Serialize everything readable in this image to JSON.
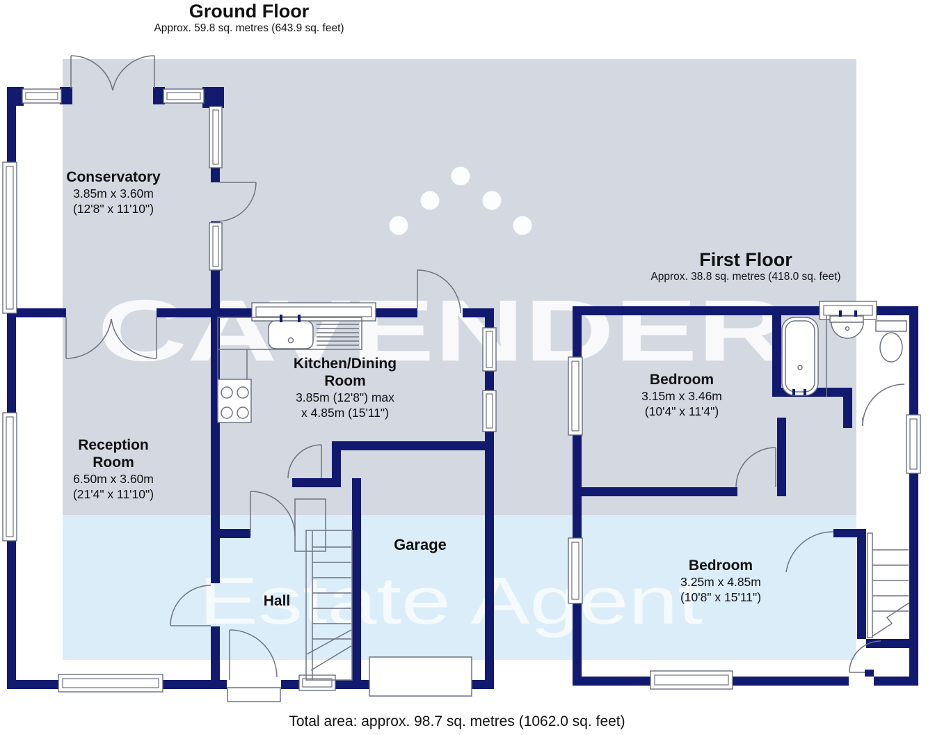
{
  "ground_floor": {
    "title": "Ground Floor",
    "subtitle": "Approx. 59.8 sq. metres (643.9 sq. feet)",
    "rooms": {
      "conservatory": {
        "name": "Conservatory",
        "dims_metric": "3.85m x 3.60m",
        "dims_imperial": "(12'8\" x 11'10\")"
      },
      "reception": {
        "name_line1": "Reception",
        "name_line2": "Room",
        "dims_metric": "6.50m x 3.60m",
        "dims_imperial": "(21'4\" x 11'10\")"
      },
      "kitchen": {
        "name_line1": "Kitchen/Dining",
        "name_line2": "Room",
        "dims_metric": "3.85m (12'8\") max",
        "dims_imperial": "x 4.85m (15'11\")"
      },
      "hall": {
        "name": "Hall"
      },
      "garage": {
        "name": "Garage"
      }
    }
  },
  "first_floor": {
    "title": "First Floor",
    "subtitle": "Approx. 38.8 sq. metres (418.0 sq. feet)",
    "rooms": {
      "bedroom1": {
        "name": "Bedroom",
        "dims_metric": "3.15m x 3.46m",
        "dims_imperial": "(10'4\" x 11'4\")"
      },
      "bedroom2": {
        "name": "Bedroom",
        "dims_metric": "3.25m x 4.85m",
        "dims_imperial": "(10'8\" x 15'11\")"
      }
    }
  },
  "footer": {
    "total_area": "Total area: approx. 98.7 sq. metres (1062.0 sq. feet)"
  },
  "watermark": {
    "line1": "CAVENDER",
    "line2": "Estate Agent"
  },
  "colors": {
    "wall": "#121a70",
    "band_upper": "#d4d8e1",
    "band_lower": "#dbedf9",
    "fixture_stroke": "#6e7380"
  }
}
